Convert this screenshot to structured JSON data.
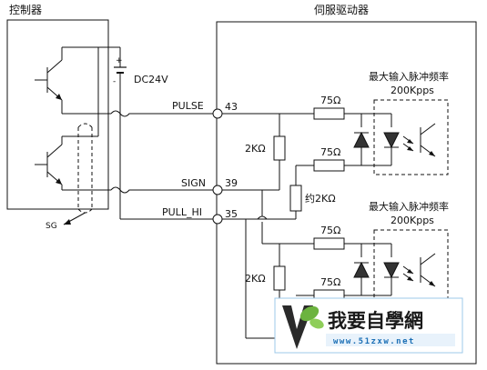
{
  "controller": {
    "title": "控制器",
    "supply": "DC24V",
    "ground": "SG"
  },
  "driver": {
    "title": "伺服驱动器",
    "pins": {
      "pulse": {
        "name": "PULSE",
        "number": "43"
      },
      "sign": {
        "name": "SIGN",
        "number": "39"
      },
      "pull_hi": {
        "name": "PULL_HI",
        "number": "35"
      }
    },
    "resistors": {
      "series_top_1": "75Ω",
      "series_top_2": "75Ω",
      "shunt_top": "2KΩ",
      "pull_up": "约2KΩ",
      "series_bottom_1": "75Ω",
      "series_bottom_2": "75Ω",
      "shunt_bottom": "2KΩ"
    },
    "channel_top": {
      "line1": "最大输入脉冲频率",
      "line2": "200Kpps"
    },
    "channel_bottom": {
      "line1": "最大输入脉冲频率",
      "line2": "200Kpps"
    }
  },
  "watermark": {
    "title": "我要自學網",
    "url": "www.51zxw.net",
    "logo_letter": "V"
  },
  "colors": {
    "line": "#111111",
    "watermark_blue": "#1b6fb5",
    "watermark_green": "#6cb33f"
  }
}
